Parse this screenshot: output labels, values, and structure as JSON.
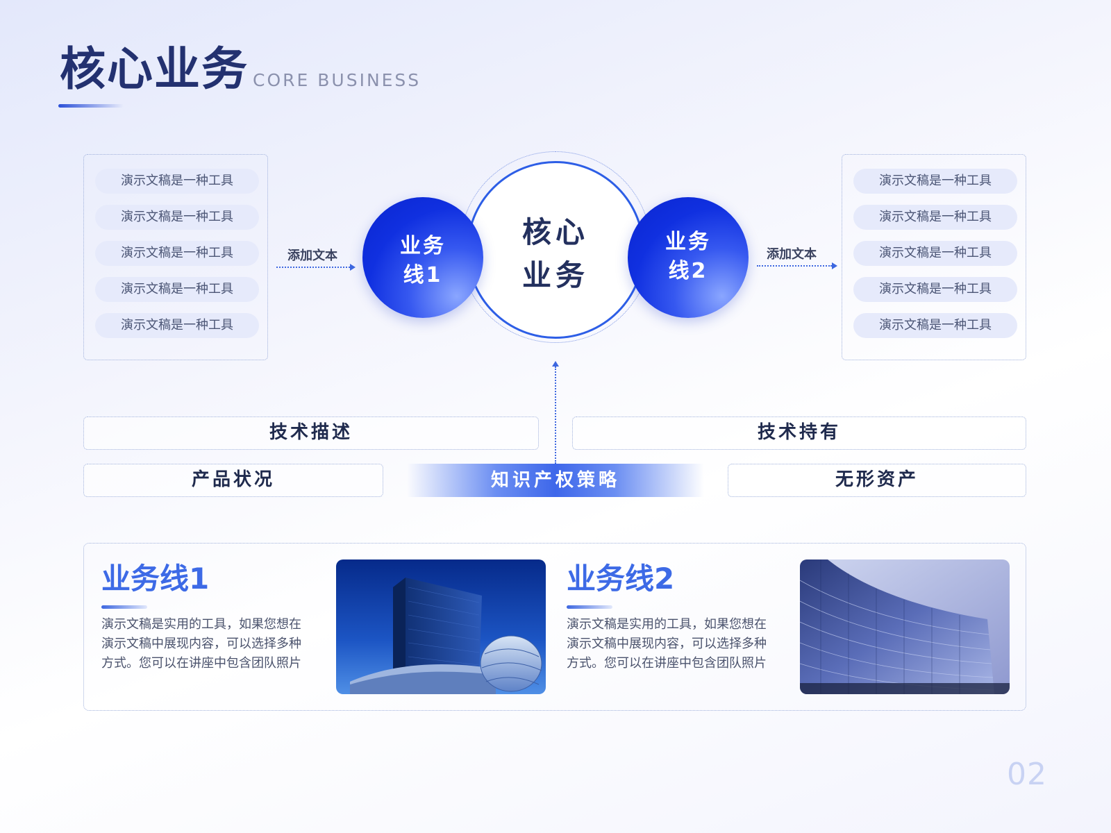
{
  "header": {
    "title": "核心业务",
    "subtitle": "CORE BUSINESS"
  },
  "left_list": [
    "演示文稿是一种工具",
    "演示文稿是一种工具",
    "演示文稿是一种工具",
    "演示文稿是一种工具",
    "演示文稿是一种工具"
  ],
  "right_list": [
    "演示文稿是一种工具",
    "演示文稿是一种工具",
    "演示文稿是一种工具",
    "演示文稿是一种工具",
    "演示文稿是一种工具"
  ],
  "left_arrow_label": "添加文本",
  "right_arrow_label": "添加文本",
  "core": {
    "line1": "核心",
    "line2": "业务"
  },
  "biz1_circle": {
    "line1": "业务",
    "line2": "线1"
  },
  "biz2_circle": {
    "line1": "业务",
    "line2": "线2"
  },
  "boxes": {
    "tech_desc": "技术描述",
    "tech_hold": "技术持有",
    "product_status": "产品状况",
    "ip_strategy": "知识产权策略",
    "intangible": "无形资产"
  },
  "business_lines": [
    {
      "title": "业务线1",
      "desc": "演示文稿是实用的工具，如果您想在演示文稿中展现内容，可以选择多种方式。您可以在讲座中包含团队照片"
    },
    {
      "title": "业务线2",
      "desc": "演示文稿是实用的工具，如果您想在演示文稿中展现内容，可以选择多种方式。您可以在讲座中包含团队照片"
    }
  ],
  "page_number": "02",
  "colors": {
    "accent": "#2d5ee6",
    "title": "#233170",
    "pill": "#e6eafb"
  }
}
